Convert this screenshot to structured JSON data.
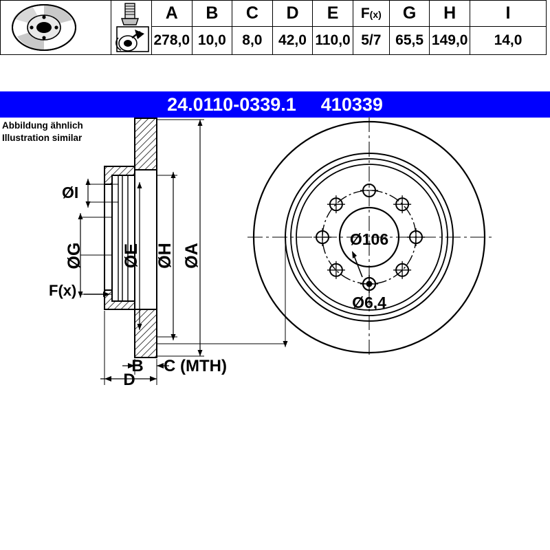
{
  "header": {
    "part_number": "24.0110-0339.1",
    "article_number": "410339",
    "background_color": "#0000ff",
    "text_color": "#ffffff"
  },
  "note": {
    "line_de": "Abbildung ähnlich",
    "line_en": "Illustration similar"
  },
  "drawing": {
    "section_view": {
      "dimension_labels": [
        {
          "id": "I",
          "text": "ØI"
        },
        {
          "id": "G",
          "text": "ØG"
        },
        {
          "id": "E",
          "text": "ØE"
        },
        {
          "id": "H",
          "text": "ØH"
        },
        {
          "id": "A",
          "text": "ØA"
        },
        {
          "id": "Fx",
          "text": "F(x)"
        }
      ],
      "linear_labels": [
        {
          "id": "B",
          "text": "B"
        },
        {
          "id": "C",
          "text": "C (MTH)"
        },
        {
          "id": "D",
          "text": "D"
        }
      ]
    },
    "face_view": {
      "hub_bore_label": "Ø106",
      "small_hole_label": "Ø6,4",
      "bolt_holes_count": 8,
      "plain_hole_count": 1
    }
  },
  "table": {
    "icons": [
      {
        "name": "brake-disc-icon",
        "label": "brake disc"
      },
      {
        "name": "bolt-torque-icon",
        "label": "mounting bolt"
      }
    ],
    "columns": [
      {
        "key": "A",
        "header": "A",
        "value": "278,0"
      },
      {
        "key": "B",
        "header": "B",
        "value": "10,0"
      },
      {
        "key": "C",
        "header": "C",
        "value": "8,0"
      },
      {
        "key": "D",
        "header": "D",
        "value": "42,0"
      },
      {
        "key": "E",
        "header": "E",
        "value": "110,0"
      },
      {
        "key": "Fx",
        "header": "F(x)",
        "header_main": "F",
        "header_sub": "(x)",
        "value": "5/7"
      },
      {
        "key": "G",
        "header": "G",
        "value": "65,5"
      },
      {
        "key": "H",
        "header": "H",
        "value": "149,0"
      },
      {
        "key": "I",
        "header": "I",
        "value": "14,0"
      }
    ]
  },
  "colors": {
    "line": "#000000",
    "accent": "#0000ff",
    "paper": "#ffffff"
  }
}
